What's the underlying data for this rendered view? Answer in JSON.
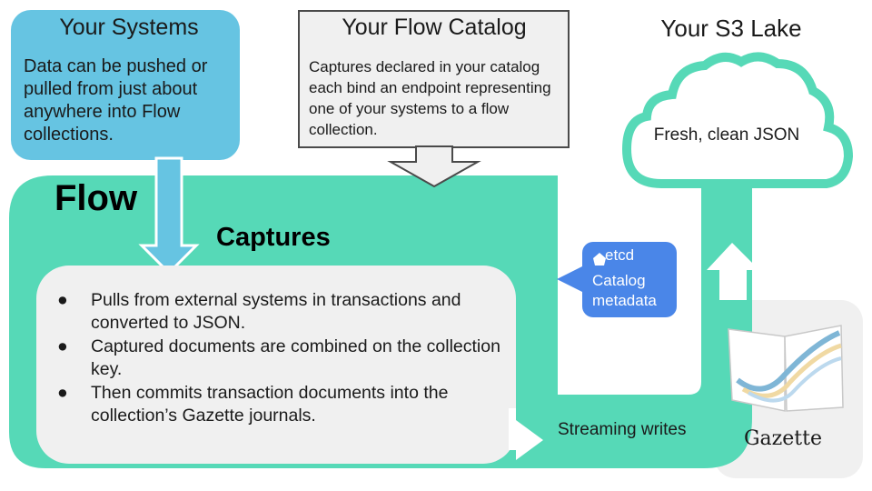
{
  "your_systems": {
    "title": "Your Systems",
    "body": "Data can be pushed or pulled from just about anywhere into Flow collections."
  },
  "flow_catalog": {
    "title": "Your Flow Catalog",
    "body": "Captures declared in your catalog each bind an endpoint representing one of your systems to a flow collection."
  },
  "s3_lake": {
    "title": "Your S3 Lake",
    "body": "Fresh, clean JSON"
  },
  "flow": {
    "title": "Flow",
    "captures_title": "Captures",
    "bullets": [
      "Pulls from external systems in transactions and converted to JSON.",
      "Captured documents are combined on the collection key.",
      "Then commits transaction documents into the collection’s Gazette journals."
    ]
  },
  "etcd": {
    "logo": "etcd",
    "label": "Catalog metadata"
  },
  "streaming_label": "Streaming writes",
  "gazette_label": "Gazette",
  "colors": {
    "teal": "#56d9b7",
    "sky": "#66c4e2",
    "etcd_blue": "#4a86e8",
    "gray_box": "#f0f0f0"
  }
}
